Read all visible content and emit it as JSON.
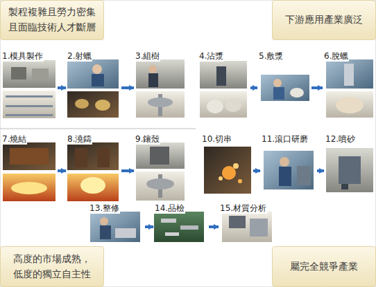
{
  "diagram": {
    "nodes": [
      {
        "text": [
          "製程複雜且勞力密集 且面臨技術人才斷層"
        ]
      },
      {
        "text": [
          "下游應用產業廣泛"
        ]
      },
      {
        "text": [
          "1.模具製作"
        ]
      },
      {
        "text": [
          "2.射蠟"
        ]
      },
      {
        "text": [
          "3.組樹"
        ]
      },
      {
        "text": [
          "4.沾漿"
        ]
      },
      {
        "text": [
          "5.敷漿"
        ]
      },
      {
        "text": [
          "6.脫蠟"
        ]
      },
      {
        "text": [
          "7.燒結"
        ]
      },
      {
        "text": [
          "8.澆鑄"
        ]
      },
      {
        "text": [
          "9.鑲殼"
        ]
      },
      {
        "text": [
          "10.切串"
        ]
      },
      {
        "text": [
          "11.滾口研磨"
        ]
      },
      {
        "text": [
          "12.噴砂"
        ]
      },
      {
        "text": [
          "13.整修"
        ]
      },
      {
        "text": [
          "14.品檢"
        ]
      },
      {
        "text": [
          "15.材質分析"
        ]
      },
      {
        "text": [
          "高度的市場成熟， 低度的獨立自主性"
        ]
      },
      {
        "text": [
          "屬完全競爭產業"
        ]
      }
    ],
    "edges": [
      {
        "from": 2,
        "to": 3,
        "arrow": "to"
      },
      {
        "from": 3,
        "to": 4,
        "arrow": "to"
      },
      {
        "from": 5,
        "to": 6,
        "arrow": "to"
      },
      {
        "from": 6,
        "to": 7,
        "arrow": "to"
      },
      {
        "from": 8,
        "to": 9,
        "arrow": "to"
      },
      {
        "from": 9,
        "to": 10,
        "arrow": "to"
      },
      {
        "from": 11,
        "to": 12,
        "arrow": "to"
      },
      {
        "from": 12,
        "to": 13,
        "arrow": "to"
      },
      {
        "from": 14,
        "to": 15,
        "arrow": "to"
      },
      {
        "from": 15,
        "to": 16,
        "arrow": "to"
      }
    ]
  }
}
